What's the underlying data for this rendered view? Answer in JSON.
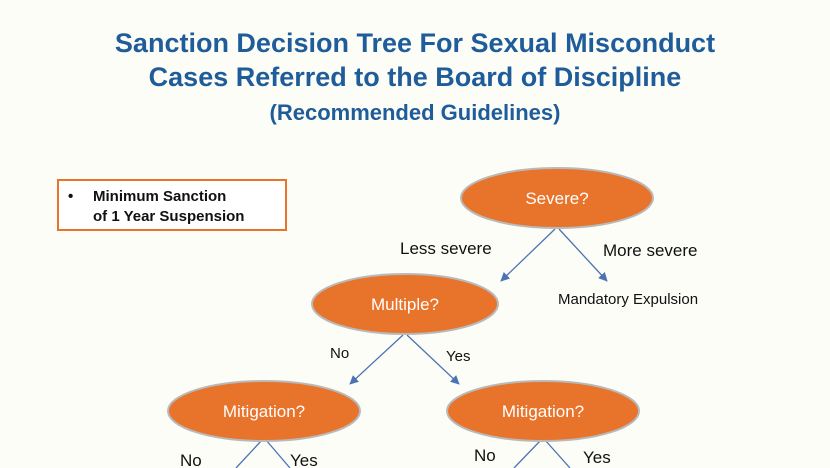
{
  "title": {
    "line1": "Sanction Decision Tree For Sexual Misconduct",
    "line2": "Cases Referred to the Board of Discipline",
    "line3": "(Recommended Guidelines)"
  },
  "note": {
    "bullet": "•",
    "line1": "Minimum Sanction",
    "line2": "of 1 Year Suspension"
  },
  "nodes": {
    "severe": "Severe?",
    "multiple": "Multiple?",
    "mitigation_left": "Mitigation?",
    "mitigation_right": "Mitigation?"
  },
  "edges": {
    "less_severe": "Less severe",
    "more_severe": "More severe",
    "multiple_no": "No",
    "multiple_yes": "Yes",
    "mit_left_no": "No",
    "mit_left_yes": "Yes",
    "mit_right_no": "No",
    "mit_right_yes": "Yes"
  },
  "outcomes": {
    "mandatory_expulsion": "Mandatory Expulsion"
  },
  "colors": {
    "title": "#1f5c9a",
    "node_fill": "#e8732a",
    "node_stroke": "#b9b9b9",
    "edge": "#4a74b4"
  }
}
